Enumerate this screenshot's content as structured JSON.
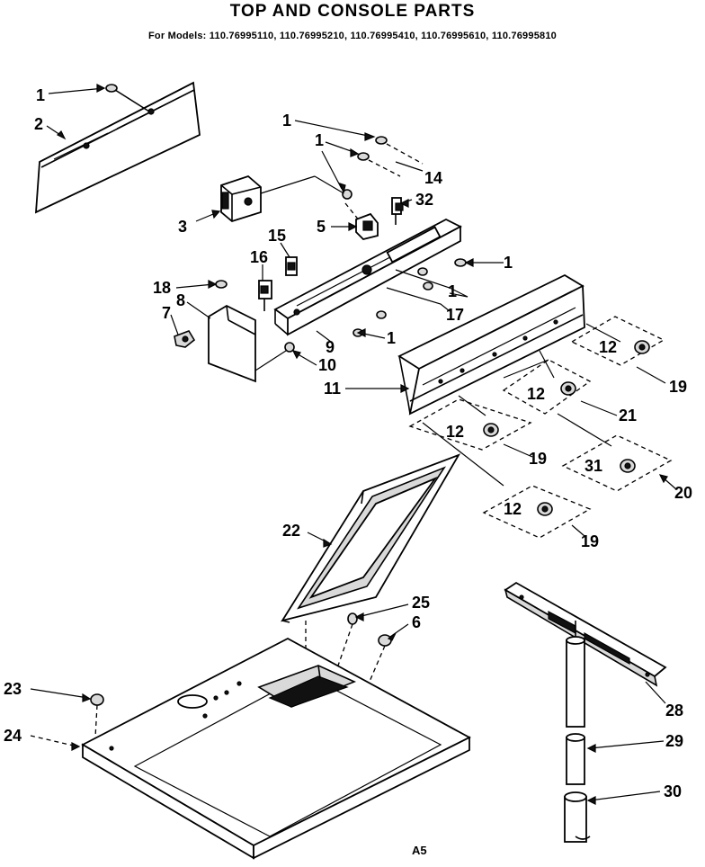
{
  "header": {
    "title": "TOP AND CONSOLE PARTS",
    "models": "For Models: 110.76995110, 110.76995210, 110.76995410, 110.76995610, 110.76995810"
  },
  "callouts": {
    "c1a": "1",
    "c2": "2",
    "c1b": "1",
    "c1c": "1",
    "c14": "14",
    "c32": "32",
    "c3": "3",
    "c5": "5",
    "c1d": "1",
    "c15": "15",
    "c16": "16",
    "c18": "18",
    "c8": "8",
    "c7": "7",
    "c1e": "1",
    "c17": "17",
    "c1f": "1",
    "c9": "9",
    "c10": "10",
    "c11": "11",
    "c12a": "12",
    "c19a": "19",
    "c12b": "12",
    "c21": "21",
    "c12c": "12",
    "c19b": "19",
    "c31": "31",
    "c20": "20",
    "c12d": "12",
    "c19c": "19",
    "c22": "22",
    "c25": "25",
    "c6": "6",
    "c23": "23",
    "c24": "24",
    "c28": "28",
    "c29": "29",
    "c30": "30"
  },
  "footer": {
    "page_code": "A5"
  }
}
